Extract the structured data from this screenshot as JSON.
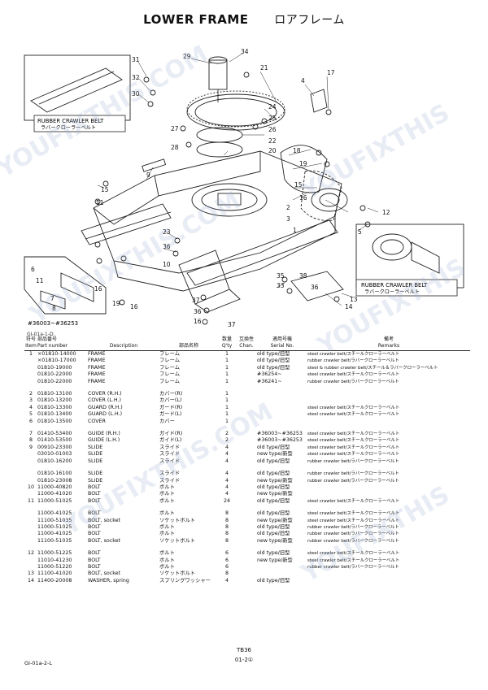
{
  "header": {
    "title_en": "LOWER FRAME",
    "title_jp": "ロアフレーム"
  },
  "diagram": {
    "callouts": {
      "rubber_belt_left_en": "RUBBER CRAWLER BELT",
      "rubber_belt_left_jp": "ラバークローラーベルト",
      "rubber_belt_right_en": "RUBBER CRAWLER BELT",
      "rubber_belt_right_jp": "ラバークローラーベルト",
      "serial_range": "#36003~#36253"
    },
    "labels": [
      "29",
      "34",
      "31",
      "32",
      "30",
      "21",
      "4",
      "17",
      "24",
      "25",
      "26",
      "22",
      "20",
      "27",
      "28",
      "9",
      "18",
      "19",
      "15",
      "16",
      "2",
      "3",
      "1",
      "15",
      "11",
      "12",
      "5",
      "13",
      "23",
      "36",
      "10",
      "33",
      "35",
      "38",
      "36",
      "14",
      "6",
      "11",
      "16",
      "7",
      "8",
      "19",
      "16",
      "37",
      "36",
      "16",
      "37"
    ]
  },
  "figure_code": "GI-01a-1-D",
  "table": {
    "headers": {
      "item_jp": "符号",
      "item_en": "Item",
      "part_jp": "部品番号",
      "part_en": "Part number",
      "desc_en": "Description",
      "name_jp": "部品名称",
      "qty_jp": "数量",
      "qty_en": "Q'ty",
      "chg_jp": "互換性",
      "chg_en": "Chan.",
      "ser_jp": "適用号機",
      "ser_en": "Serial No.",
      "rem_jp": "備考",
      "rem_en": "Remarks"
    },
    "groups": [
      {
        "rows": [
          {
            "item": "1",
            "part": "×01810-14000",
            "desc": "FRAME",
            "jp": "フレーム",
            "qty": "1",
            "chg": "",
            "serial": "old type/旧型",
            "remarks": "steel crawler belt/スチールクローラーベルト"
          },
          {
            "item": "",
            "part": "×01810-17000",
            "desc": "FRAME",
            "jp": "フレーム",
            "qty": "1",
            "chg": "",
            "serial": "old type/旧型",
            "remarks": "rubber crawler belt/ラバークローラーベルト"
          },
          {
            "item": "",
            "part": "01810-19000",
            "desc": "FRAME",
            "jp": "フレーム",
            "qty": "1",
            "chg": "",
            "serial": "old type/旧型",
            "remarks": "steel & rubber crawler belt/スチール＆ラバークローラーベルト"
          },
          {
            "item": "",
            "part": "01810-22000",
            "desc": "FRAME",
            "jp": "フレーム",
            "qty": "1",
            "chg": "",
            "serial": "#36254~",
            "remarks": "steel crawler belt/スチールクローラーベルト"
          },
          {
            "item": "",
            "part": "01810-22000",
            "desc": "FRAME",
            "jp": "フレーム",
            "qty": "1",
            "chg": "",
            "serial": "#36241~",
            "remarks": "rubber crawler belt/ラバークローラーベルト"
          }
        ]
      },
      {
        "rows": [
          {
            "item": "2",
            "part": "01810-13100",
            "desc": "COVER (R.H.)",
            "jp": "カバー(R)",
            "qty": "1",
            "chg": "",
            "serial": "",
            "remarks": ""
          },
          {
            "item": "3",
            "part": "01810-13200",
            "desc": "COVER (L.H.)",
            "jp": "カバー(L)",
            "qty": "1",
            "chg": "",
            "serial": "",
            "remarks": ""
          },
          {
            "item": "4",
            "part": "01810-13300",
            "desc": "GUARD (R.H.)",
            "jp": "ガード(R)",
            "qty": "1",
            "chg": "",
            "serial": "",
            "remarks": "steel crawler belt/スチールクローラーベルト"
          },
          {
            "item": "5",
            "part": "01810-13400",
            "desc": "GUARD (L.H.)",
            "jp": "ガード(L)",
            "qty": "1",
            "chg": "",
            "serial": "",
            "remarks": "steel crawler belt/スチールクローラーベルト"
          },
          {
            "item": "6",
            "part": "01810-13500",
            "desc": "COVER",
            "jp": "カバー",
            "qty": "1",
            "chg": "",
            "serial": "",
            "remarks": ""
          }
        ]
      },
      {
        "rows": [
          {
            "item": "7",
            "part": "01410-53400",
            "desc": "GUIDE (R.H.)",
            "jp": "ガイド(R)",
            "qty": "2",
            "chg": "",
            "serial": "#36003~#36253",
            "remarks": "steel crawler belt/スチールクローラーベルト"
          },
          {
            "item": "8",
            "part": "01410-53500",
            "desc": "GUIDE (L.H.)",
            "jp": "ガイド(L)",
            "qty": "2",
            "chg": "",
            "serial": "#36003~#36253",
            "remarks": "steel crawler belt/スチールクローラーベルト"
          },
          {
            "item": "9",
            "part": "00910-23300",
            "desc": "SLIDE",
            "jp": "スライド",
            "qty": "4",
            "chg": "",
            "serial": "old type/旧型",
            "remarks": "steel crawler belt/スチールクローラーベルト"
          },
          {
            "item": "",
            "part": "03010-01003",
            "desc": "SLIDE",
            "jp": "スライド",
            "qty": "4",
            "chg": "",
            "serial": "new type/新型",
            "remarks": "steel crawler belt/スチールクローラーベルト"
          },
          {
            "item": "",
            "part": "01810-16200",
            "desc": "SLIDE",
            "jp": "スライド",
            "qty": "4",
            "chg": "",
            "serial": "old type/旧型",
            "remarks": "rubber crawler belt/ラバークローラーベルト"
          }
        ]
      },
      {
        "rows": [
          {
            "item": "",
            "part": "01810-16100",
            "desc": "SLIDE",
            "jp": "スライド",
            "qty": "4",
            "chg": "",
            "serial": "old type/旧型",
            "remarks": "rubber crawler belt/ラバークローラーベルト"
          },
          {
            "item": "",
            "part": "01810-23008",
            "desc": "SLIDE",
            "jp": "スライド",
            "qty": "4",
            "chg": "",
            "serial": "new type/新型",
            "remarks": "rubber crawler belt/ラバークローラーベルト"
          },
          {
            "item": "10",
            "part": "11000-40820",
            "desc": "BOLT",
            "jp": "ボルト",
            "qty": "4",
            "chg": "",
            "serial": "old type/旧型",
            "remarks": ""
          },
          {
            "item": "",
            "part": "11000-41020",
            "desc": "BOLT",
            "jp": "ボルト",
            "qty": "4",
            "chg": "",
            "serial": "new type/新型",
            "remarks": ""
          },
          {
            "item": "11",
            "part": "11000-51025",
            "desc": "BOLT",
            "jp": "ボルト",
            "qty": "24",
            "chg": "",
            "serial": "old type/旧型",
            "remarks": "steel crawler belt/スチールクローラーベルト"
          }
        ]
      },
      {
        "rows": [
          {
            "item": "",
            "part": "11000-41025",
            "desc": "BOLT",
            "jp": "ボルト",
            "qty": "8",
            "chg": "",
            "serial": "old type/旧型",
            "remarks": "steel crawler belt/スチールクローラーベルト"
          },
          {
            "item": "",
            "part": "11100-51035",
            "desc": "BOLT, socket",
            "jp": "ソケットボルト",
            "qty": "8",
            "chg": "",
            "serial": "new type/新型",
            "remarks": "steel crawler belt/スチールクローラーベルト"
          },
          {
            "item": "",
            "part": "11000-51025",
            "desc": "BOLT",
            "jp": "ボルト",
            "qty": "8",
            "chg": "",
            "serial": "old type/旧型",
            "remarks": "rubber crawler belt/ラバークローラーベルト"
          },
          {
            "item": "",
            "part": "11000-41025",
            "desc": "BOLT",
            "jp": "ボルト",
            "qty": "8",
            "chg": "",
            "serial": "old type/旧型",
            "remarks": "rubber crawler belt/ラバークローラーベルト"
          },
          {
            "item": "",
            "part": "11100-51035",
            "desc": "BOLT, socket",
            "jp": "ソケットボルト",
            "qty": "8",
            "chg": "",
            "serial": "new type/新型",
            "remarks": "rubber crawler belt/ラバークローラーベルト"
          }
        ]
      },
      {
        "rows": [
          {
            "item": "12",
            "part": "11000-51225",
            "desc": "BOLT",
            "jp": "ボルト",
            "qty": "6",
            "chg": "",
            "serial": "old type/旧型",
            "remarks": "steel crawler belt/スチールクローラーベルト"
          },
          {
            "item": "",
            "part": "11010-41230",
            "desc": "BOLT",
            "jp": "ボルト",
            "qty": "6",
            "chg": "",
            "serial": "new type/新型",
            "remarks": "steel crawler belt/スチールクローラーベルト"
          },
          {
            "item": "",
            "part": "11000-51220",
            "desc": "BOLT",
            "jp": "ボルト",
            "qty": "6",
            "chg": "",
            "serial": "",
            "remarks": "rubber crawler belt/ラバークローラーベルト"
          },
          {
            "item": "13",
            "part": "11100-41020",
            "desc": "BOLT, socket",
            "jp": "ソケットボルト",
            "qty": "8",
            "chg": "",
            "serial": "",
            "remarks": ""
          },
          {
            "item": "14",
            "part": "11400-20008",
            "desc": "WASHER, spring",
            "jp": "スプリングワッシャー",
            "qty": "4",
            "chg": "",
            "serial": "old type/旧型",
            "remarks": ""
          }
        ]
      }
    ]
  },
  "footer": {
    "page_ref": "TB36",
    "page_number": "01-2①",
    "doc_code": "GI-01a-2-L"
  },
  "watermarks": [
    "YOUFIXTHIS.COM",
    "YOUFIXTHIS",
    "YOUFIXTHIS.COM",
    "YOUFIXTHIS",
    "YOUFIXTHIS.COM",
    "YOUFIXTHIS"
  ]
}
